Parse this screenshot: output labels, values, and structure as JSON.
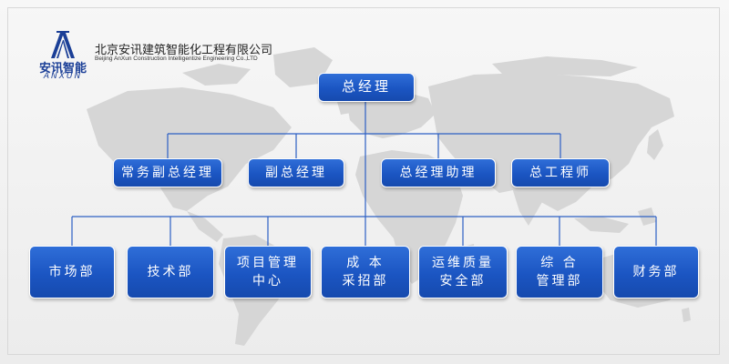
{
  "company": {
    "logo_cn": "安讯智能",
    "logo_en": "ANXUN",
    "name_cn": "北京安讯建筑智能化工程有限公司",
    "name_en": "Beijing AnXun Construction Intelligentize Engineering Co.,LTD"
  },
  "org": {
    "top": "总经理",
    "level2": [
      "常务副总经理",
      "副总经理",
      "总经理助理",
      "总工程师"
    ],
    "level3": [
      "市场部",
      "技术部",
      "项目管理\n中心",
      "成 本\n采招部",
      "运维质量\n安全部",
      "综 合\n管理部",
      "财务部"
    ]
  },
  "colors": {
    "box": "#1b55c2",
    "line": "#2c5fc4",
    "logo": "#1b3f97"
  }
}
